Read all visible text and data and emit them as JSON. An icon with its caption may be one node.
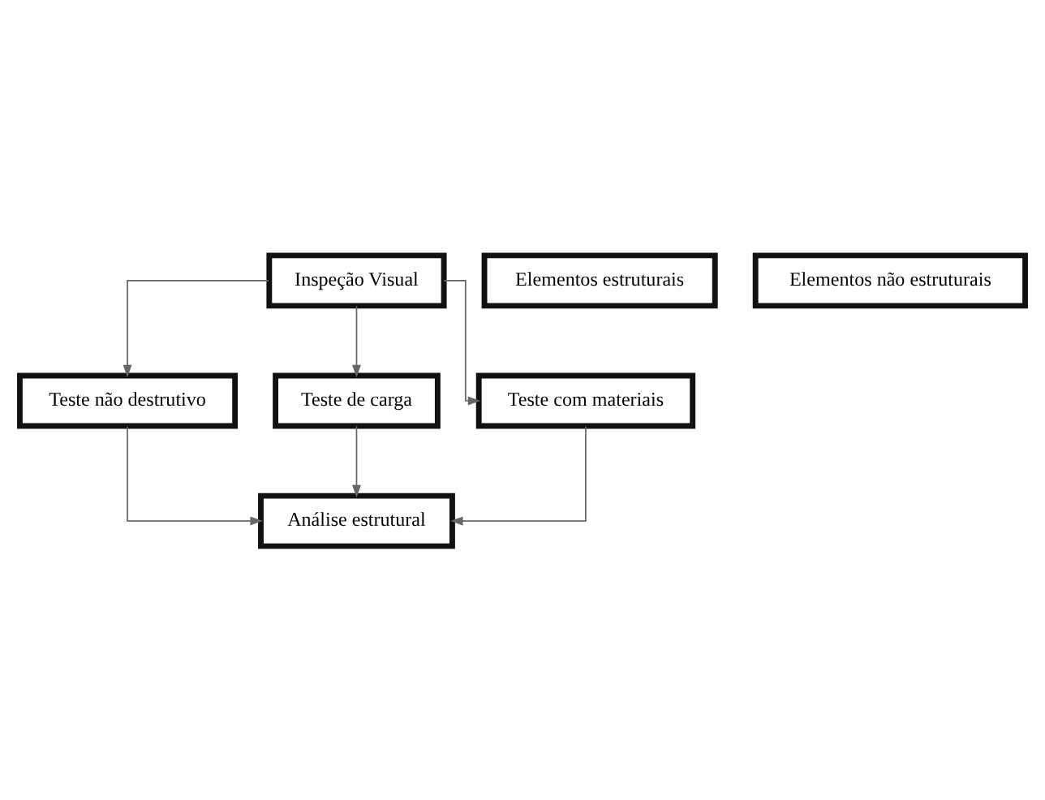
{
  "diagram": {
    "nodes": [
      {
        "text": [
          "Inspeção Visual"
        ]
      },
      {
        "text": [
          "Elementos estruturais"
        ]
      },
      {
        "text": [
          "Elementos não estruturais"
        ]
      },
      {
        "text": [
          "Teste não destrutivo"
        ]
      },
      {
        "text": [
          "Teste de carga"
        ]
      },
      {
        "text": [
          "Teste com materiais"
        ]
      },
      {
        "text": [
          "Análise estrutural"
        ]
      }
    ],
    "edges": [
      {
        "from": 0,
        "to": 3,
        "arrow": "to"
      },
      {
        "from": 0,
        "to": 4,
        "arrow": "to"
      },
      {
        "from": 0,
        "to": 5,
        "arrow": "to"
      },
      {
        "from": 3,
        "to": 6,
        "arrow": "to"
      },
      {
        "from": 4,
        "to": 6,
        "arrow": "to"
      },
      {
        "from": 5,
        "to": 6,
        "arrow": "to"
      }
    ]
  }
}
